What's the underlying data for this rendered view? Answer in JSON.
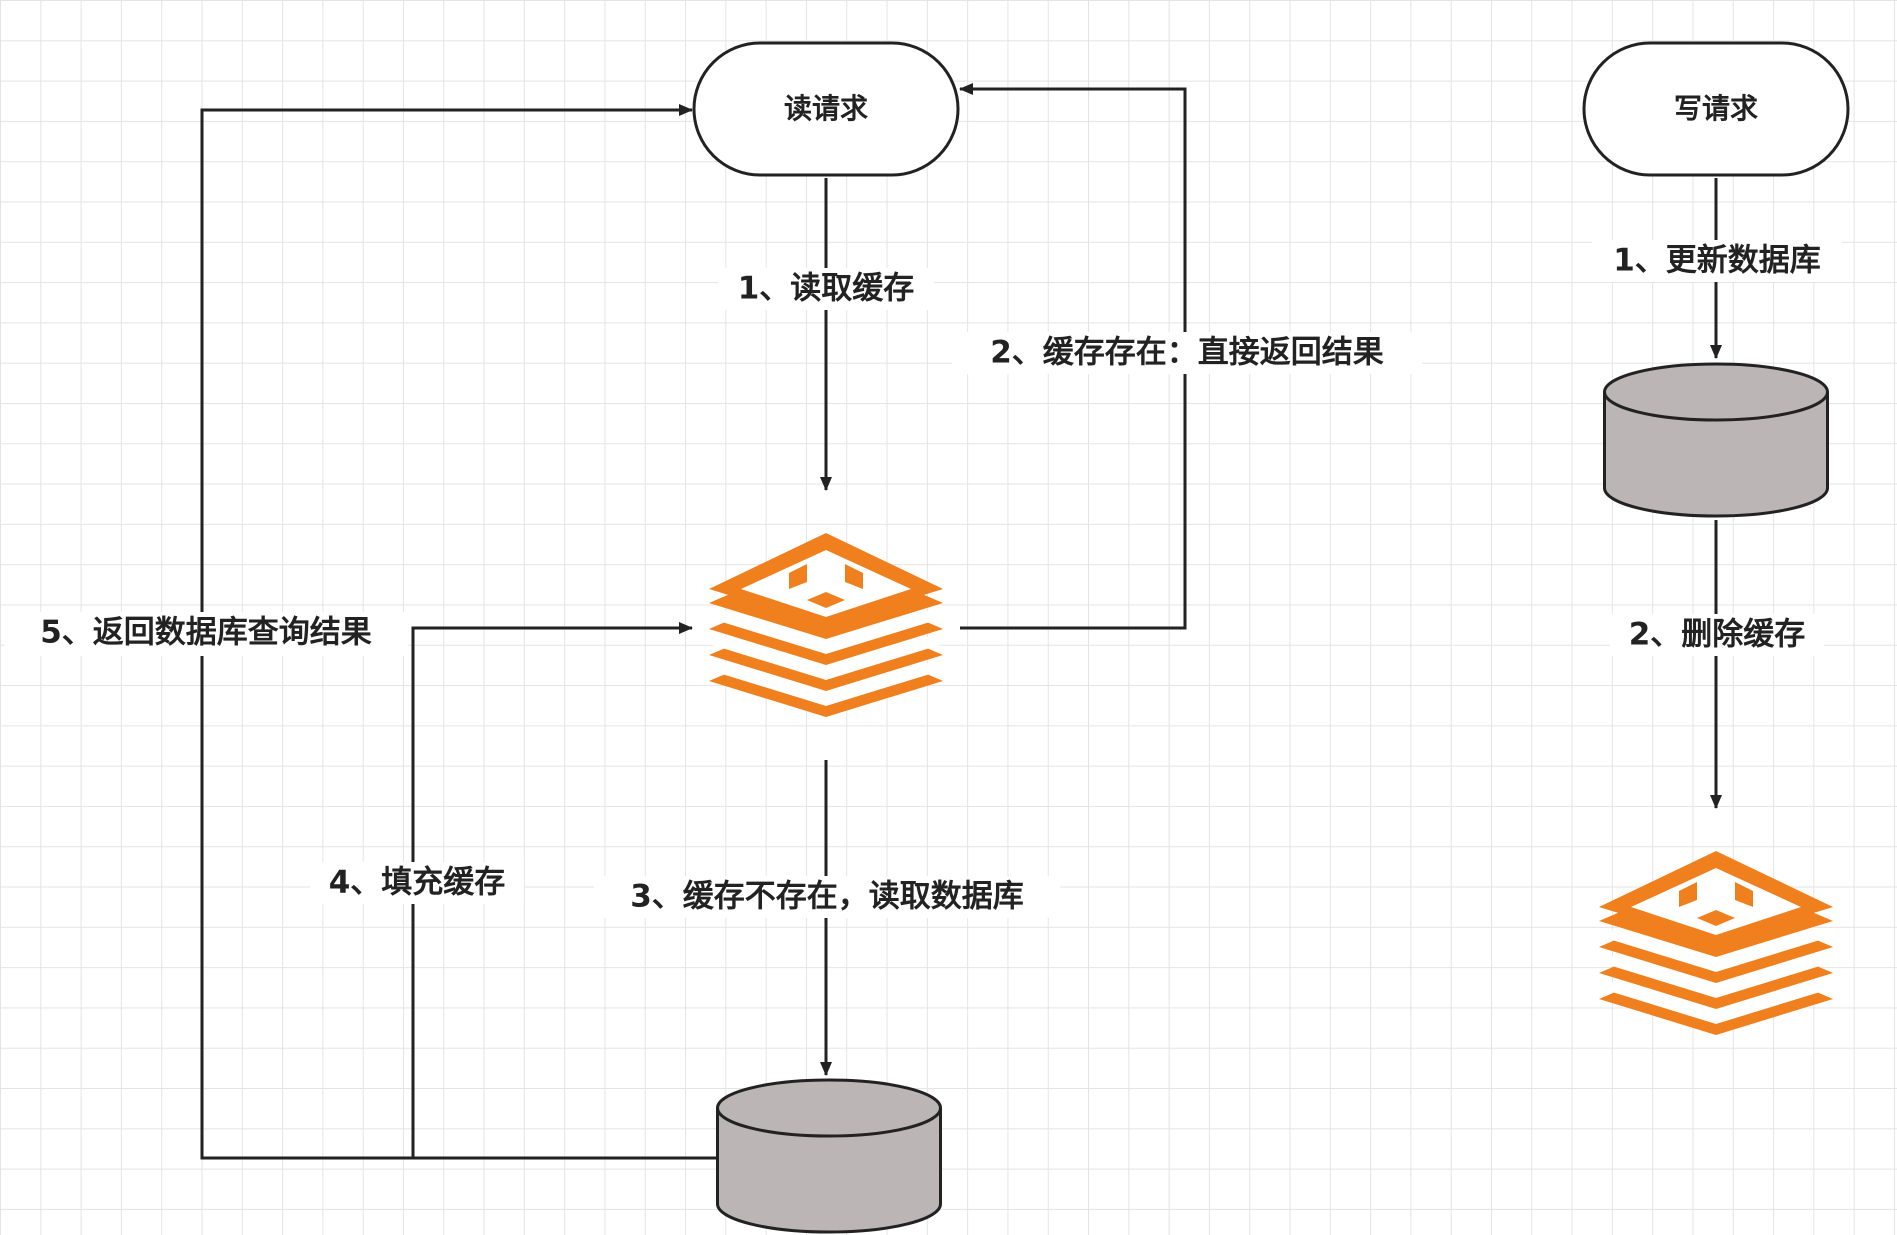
{
  "nodes": {
    "read_request": "读请求",
    "write_request": "写请求"
  },
  "edges": {
    "read_cache": "1、读取缓存",
    "cache_hit": "2、缓存存在：直接返回结果",
    "cache_miss": "3、缓存不存在，读取数据库",
    "fill_cache": "4、填充缓存",
    "return_db_result": "5、返回数据库查询结果",
    "update_db": "1、更新数据库",
    "delete_cache": "2、删除缓存"
  },
  "icons": {
    "cache": "redis-icon",
    "database": "database-icon"
  },
  "colors": {
    "cache_orange": "#f07f1d",
    "db_fill": "#bcb5b5",
    "line": "#222222"
  }
}
